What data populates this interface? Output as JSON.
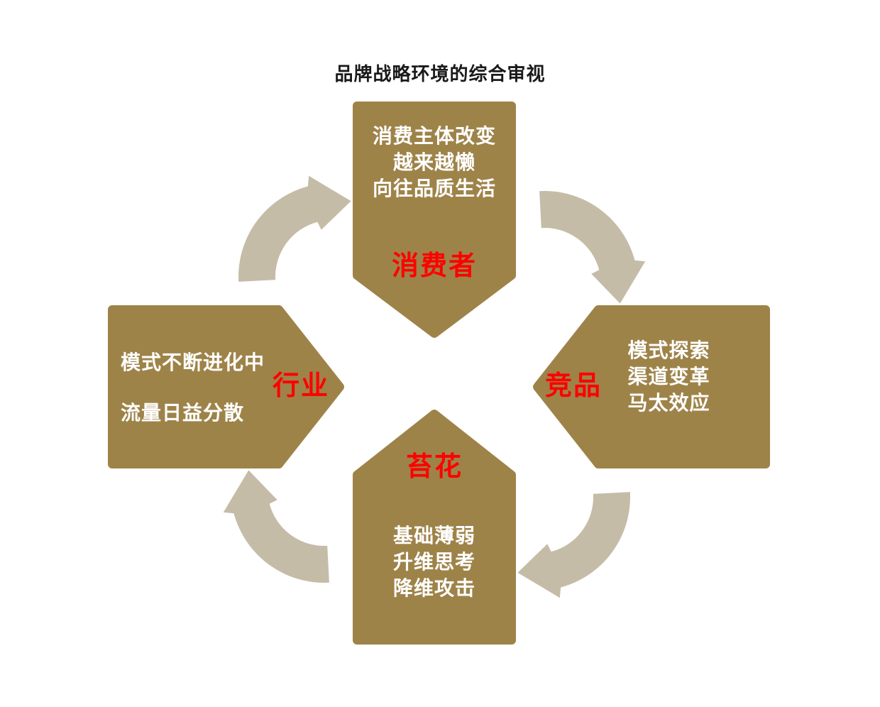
{
  "title": "品牌战略环境的综合审视",
  "colors": {
    "block": "#9E8349",
    "arrow": "#C5BCA8",
    "label": "#FF0000",
    "text": "#FFFFFF"
  },
  "cycle": {
    "direction": "clockwise"
  },
  "blocks": {
    "top": {
      "label": "消费者",
      "lines": [
        "消费主体改变",
        "越来越懒",
        "向往品质生活"
      ]
    },
    "right": {
      "label": "竞品",
      "lines": [
        "模式探索",
        "渠道变革",
        "马太效应"
      ]
    },
    "bottom": {
      "label": "苔花",
      "lines": [
        "基础薄弱",
        "升维思考",
        "降维攻击"
      ]
    },
    "left": {
      "label": "行业",
      "lines": [
        "模式不断进化中",
        "流量日益分散"
      ]
    }
  }
}
